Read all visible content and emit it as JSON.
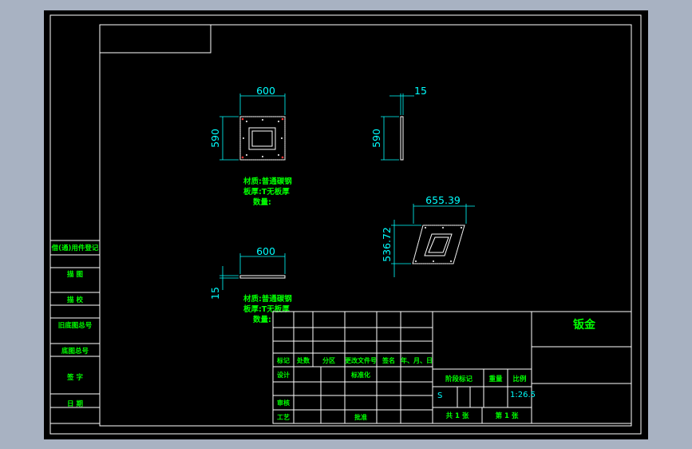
{
  "drawing": {
    "views": {
      "front": {
        "width_dim": "600",
        "height_dim": "590"
      },
      "side": {
        "thickness_dim": "15",
        "height_dim": "590"
      },
      "top": {
        "width_dim": "600",
        "thickness_dim": "15"
      },
      "iso": {
        "width_dim": "655.39",
        "height_dim": "536.72"
      }
    },
    "notes": {
      "note1": [
        "材质:普通碳钢",
        "板厚:T无板厚",
        "数量:"
      ],
      "note2": [
        "材质:普通碳钢",
        "板厚:T无板厚",
        "数量:"
      ]
    },
    "side_labels": [
      "借(通)用件登记",
      "描 图",
      "描 校",
      "旧底图总号",
      "底图总号",
      "签 字",
      "日 期"
    ],
    "title_block": {
      "part_name": "钣金",
      "row_headers": [
        "标记",
        "处数",
        "分区",
        "更改文件号",
        "签名",
        "年、月、日"
      ],
      "design": "设计",
      "standardize": "标准化",
      "review": "审核",
      "process": "工艺",
      "approve": "批准",
      "stage_mark": "阶段标记",
      "weight": "重量",
      "scale_label": "比例",
      "stage_value": "S",
      "scale_value": "1:26.5",
      "sheets_total": "共 1 张",
      "sheet_no": "第 1 张"
    },
    "colors": {
      "background": "#000000",
      "frame": "#ffffff",
      "dimension": "#00ffff",
      "text": "#00ff00",
      "outer": "#a8b2c2"
    }
  }
}
